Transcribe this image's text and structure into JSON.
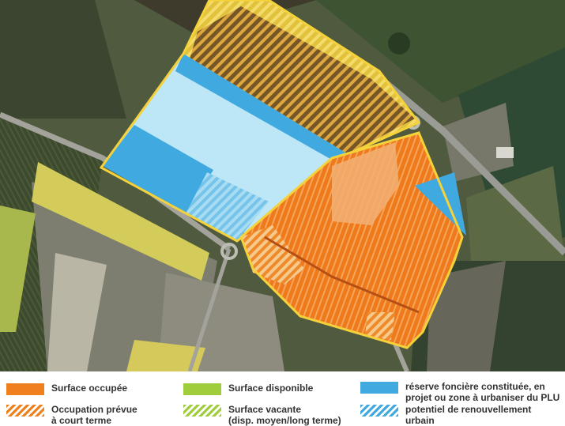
{
  "colors": {
    "occupied": "#f07f1d",
    "available": "#9fcd3b",
    "reserve": "#3fa9e0",
    "boundary": "#f5d23a"
  },
  "legend": {
    "occupied": "Surface occupée",
    "short_term": "Occupation prévue\nà court terme",
    "available": "Surface disponible",
    "vacant": "Surface vacante\n(disp. moyen/long terme)",
    "reserve": "réserve foncière constituée, en\nprojet ou zone à urbaniser du PLU",
    "renewal": "potentiel de renouvellement\nurbain"
  }
}
